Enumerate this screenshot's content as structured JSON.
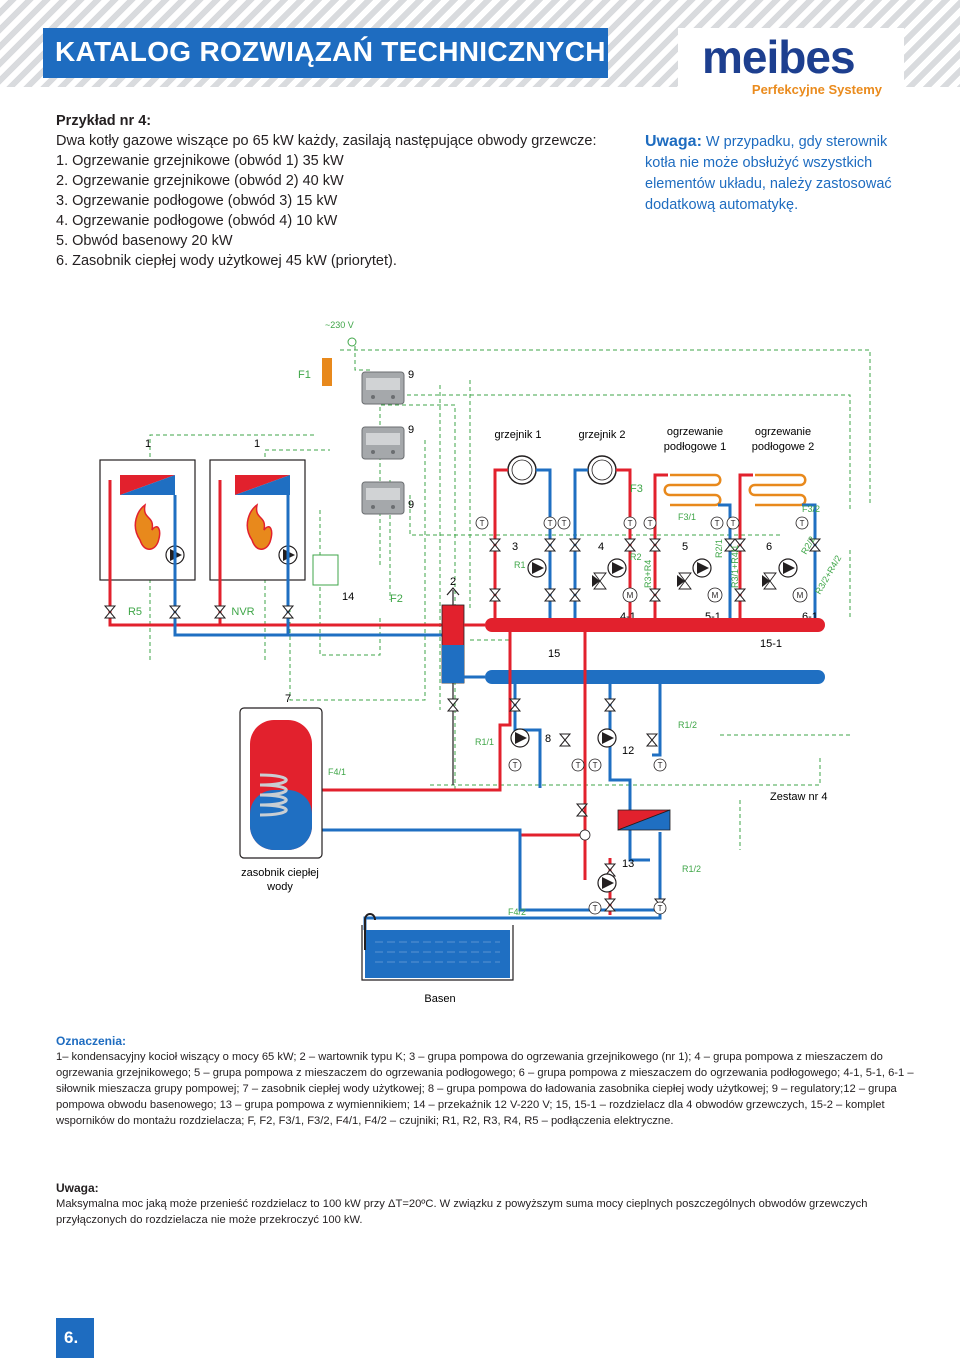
{
  "header": {
    "title": "KATALOG ROZWIĄZAŃ TECHNICZNYCH",
    "logo_text": "meibes",
    "logo_tagline": "Perfekcyjne Systemy"
  },
  "example": {
    "title": "Przykład nr 4:",
    "intro": "Dwa kotły gazowe wiszące po 65 kW każdy, zasilają następujące obwody grzewcze:",
    "items": [
      "1. Ogrzewanie grzejnikowe (obwód 1) 35 kW",
      "2. Ogrzewanie grzejnikowe (obwód 2) 40 kW",
      "3. Ogrzewanie podłogowe (obwód 3) 15 kW",
      "4. Ogrzewanie podłogowe (obwód 4) 10 kW",
      "5. Obwód basenowy 20 kW",
      "6. Zasobnik ciepłej wody użytkowej 45 kW (priorytet)."
    ]
  },
  "warning": {
    "label": "Uwaga:",
    "text": " W przypadku, gdy sterownik kotła nie może obsłużyć wszystkich elementów układu, należy zastosować dodatkową automatykę."
  },
  "diagram": {
    "voltage": "~230 V",
    "labels": {
      "f1": "F1",
      "nine_a": "9",
      "nine_b": "9",
      "nine_c": "9",
      "boiler1": "1",
      "boiler2": "1",
      "grzejnik1": "grzejnik 1",
      "grzejnik2": "grzejnik 2",
      "podl1_a": "ogrzewanie",
      "podl1_b": "podłogowe 1",
      "podl2_a": "ogrzewanie",
      "podl2_b": "podłogowe 2",
      "f3": "F3",
      "f3_1": "F3/1",
      "f3_2": "F3/2",
      "g3": "3",
      "g4": "4",
      "g5": "5",
      "g6": "6",
      "r1": "R1",
      "r2": "R2",
      "r3r4": "R3+R4",
      "r2_1": "R2/1",
      "r31r41": "R3/1+R4/1",
      "r2_2": "R2/2",
      "r32r42": "R3/2+R4/2",
      "g2": "2",
      "g14": "14",
      "f2": "F2",
      "r5": "R5",
      "nvr": "NVR",
      "m41": "4-1",
      "m51": "5-1",
      "m61": "6-1",
      "g15": "15",
      "g151": "15-1",
      "g7": "7",
      "r1_1": "R1/1",
      "g8": "8",
      "g12": "12",
      "r1_2a": "R1/2",
      "f4_1": "F4/1",
      "zestaw": "Zestaw nr 4",
      "g13": "13",
      "r1_2b": "R1/2",
      "zasobnik_a": "zasobnik ciepłej",
      "zasobnik_b": "wody",
      "f4_2": "F4/2",
      "basen": "Basen",
      "t": "T",
      "m": "M"
    },
    "colors": {
      "supply": "#e2212d",
      "return": "#1f6fc2",
      "control": "#3fa648",
      "orange": "#e8891c"
    }
  },
  "legend": {
    "title": "Oznaczenia:",
    "text": "1– kondensacyjny kocioł wiszący o mocy 65 kW; 2 – wartownik typu K; 3 – grupa pompowa do ogrzewania grzejnikowego (nr 1); 4 – grupa pompowa z mieszaczem do ogrzewania grzejnikowego; 5 – grupa pompowa z mieszaczem do ogrzewania podłogowego; 6 – grupa pompowa z mieszaczem do ogrzewania podłogowego; 4-1, 5-1, 6-1 – siłownik mieszacza grupy pompowej; 7 – zasobnik ciepłej wody użytkowej; 8 – grupa pompowa do ładowania zasobnika ciepłej wody użytkowej; 9 – regulatory;12 – grupa pompowa obwodu basenowego; 13 – grupa pompowa z wymiennikiem; 14 – przekaźnik 12 V-220 V; 15, 15-1 – rozdzielacz dla 4 obwodów grzewczych, 15-2 – komplet wsporników do montażu rozdzielacza; F, F2, F3/1, F3/2, F4/1, F4/2 – czujniki; R1, R2, R3, R4, R5 – podłączenia elektryczne."
  },
  "note": {
    "title": "Uwaga:",
    "text": "Maksymalna moc jaką może przenieść rozdzielacz to 100 kW przy ΔT=20ºC. W związku z powyższym suma mocy cieplnych poszczególnych obwodów grzewczych przyłączonych do rozdzielacza nie może przekroczyć 100 kW."
  },
  "page_number": "6."
}
